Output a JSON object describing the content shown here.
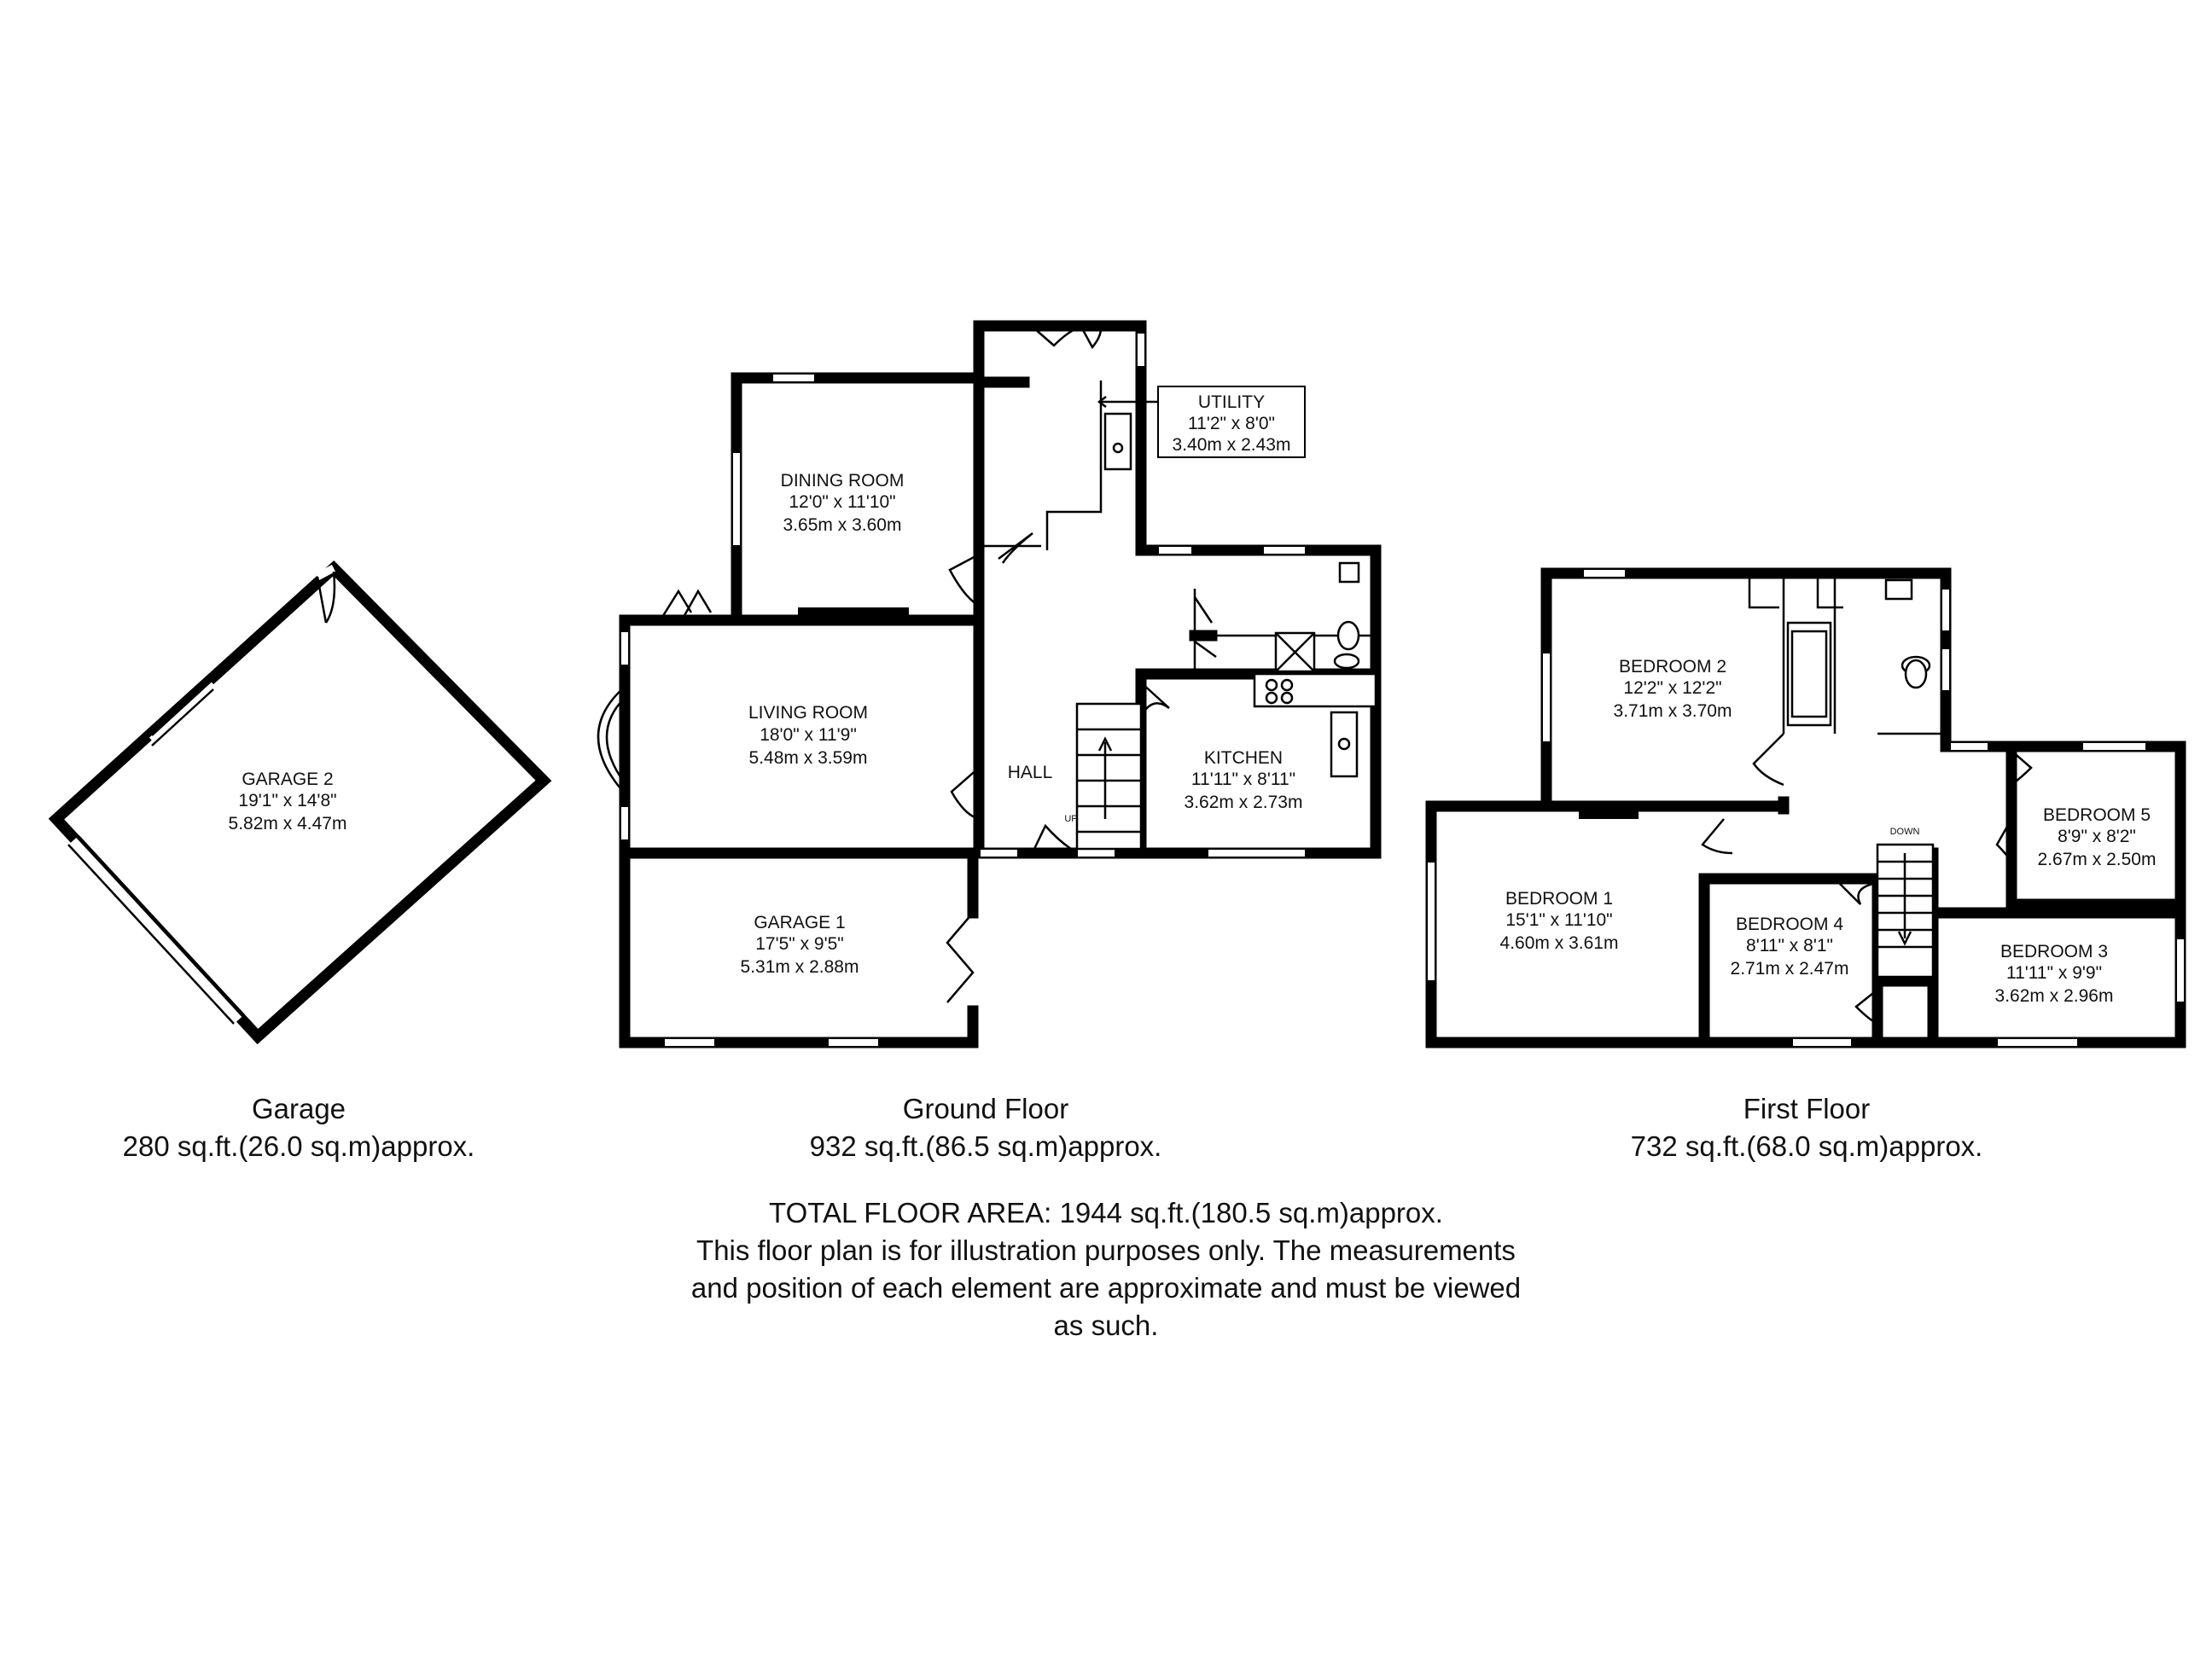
{
  "garage_plan": {
    "garage2": {
      "name": "GARAGE 2",
      "imperial": "19'1\" x 14'8\"",
      "metric": "5.82m x 4.47m"
    },
    "caption": {
      "title": "Garage",
      "area": "280 sq.ft.(26.0 sq.m)approx."
    }
  },
  "ground_floor": {
    "utility": {
      "name": "UTILITY",
      "imperial": "11'2\" x 8'0\"",
      "metric": "3.40m x 2.43m"
    },
    "dining_room": {
      "name": "DINING ROOM",
      "imperial": "12'0\" x 11'10\"",
      "metric": "3.65m x 3.60m"
    },
    "living_room": {
      "name": "LIVING ROOM",
      "imperial": "18'0\" x 11'9\"",
      "metric": "5.48m x 3.59m"
    },
    "hall": {
      "name": "HALL"
    },
    "kitchen": {
      "name": "KITCHEN",
      "imperial": "11'11\" x 8'11\"",
      "metric": "3.62m x 2.73m"
    },
    "garage1": {
      "name": "GARAGE 1",
      "imperial": "17'5\" x 9'5\"",
      "metric": "5.31m x 2.88m"
    },
    "stairs_label": "UP",
    "caption": {
      "title": "Ground Floor",
      "area": "932 sq.ft.(86.5 sq.m)approx."
    }
  },
  "first_floor": {
    "bedroom2": {
      "name": "BEDROOM 2",
      "imperial": "12'2\" x 12'2\"",
      "metric": "3.71m x 3.70m"
    },
    "bedroom1": {
      "name": "BEDROOM 1",
      "imperial": "15'1\" x 11'10\"",
      "metric": "4.60m x 3.61m"
    },
    "bedroom4": {
      "name": "BEDROOM 4",
      "imperial": "8'11\" x 8'1\"",
      "metric": "2.71m x 2.47m"
    },
    "bedroom5": {
      "name": "BEDROOM 5",
      "imperial": "8'9\" x 8'2\"",
      "metric": "2.67m x 2.50m"
    },
    "bedroom3": {
      "name": "BEDROOM 3",
      "imperial": "11'11\" x 9'9\"",
      "metric": "3.62m x 2.96m"
    },
    "stairs_label": "DOWN",
    "caption": {
      "title": "First Floor",
      "area": "732 sq.ft.(68.0 sq.m)approx."
    }
  },
  "footer": {
    "total": "TOTAL FLOOR AREA: 1944 sq.ft.(180.5 sq.m)approx.",
    "disclaimer_1": "This floor plan is for illustration purposes only. The measurements",
    "disclaimer_2": "and position of each element are approximate and must be viewed",
    "disclaimer_3": "as such."
  },
  "colors": {
    "wall": "#000000",
    "background": "#ffffff",
    "text": "#111111"
  }
}
